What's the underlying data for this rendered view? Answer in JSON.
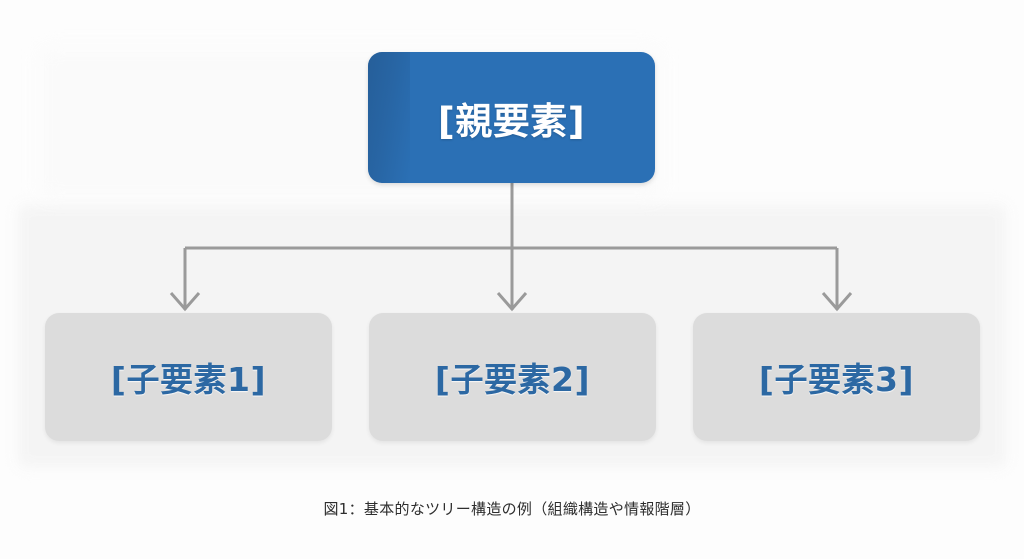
{
  "figure": {
    "background_color": "#fdfdfd",
    "caption": "図1：基本的なツリー構造の例（組織構造や情報階層）"
  },
  "tree": {
    "parent": {
      "label": "[親要素]",
      "fill_color": "#2b70b5",
      "text_color": "#ffffff"
    },
    "children": [
      {
        "label": "[子要素1]",
        "fill_color": "#dcdcdc",
        "text_color": "#2c68a3"
      },
      {
        "label": "[子要素2]",
        "fill_color": "#dcdcdc",
        "text_color": "#2c68a3"
      },
      {
        "label": "[子要素3]",
        "fill_color": "#dcdcdc",
        "text_color": "#2c68a3"
      }
    ],
    "connector": {
      "color": "#9a9a9a",
      "style": "orthogonal-elbow",
      "arrowhead": "open-chevron"
    }
  }
}
